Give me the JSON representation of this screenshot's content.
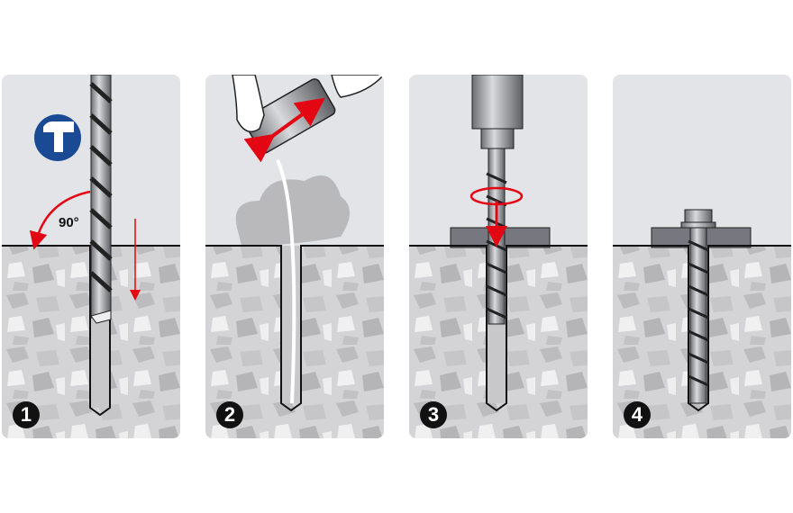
{
  "steps": [
    {
      "number": "1",
      "angle_label": "90°"
    },
    {
      "number": "2"
    },
    {
      "number": "3"
    },
    {
      "number": "4"
    }
  ],
  "colors": {
    "sky": "#e3e4e8",
    "concrete": "#d6d6d8",
    "stone": "#bdbdc0",
    "arrow": "#e30613",
    "badge": "#1a4a93",
    "plate": "#77777f"
  }
}
